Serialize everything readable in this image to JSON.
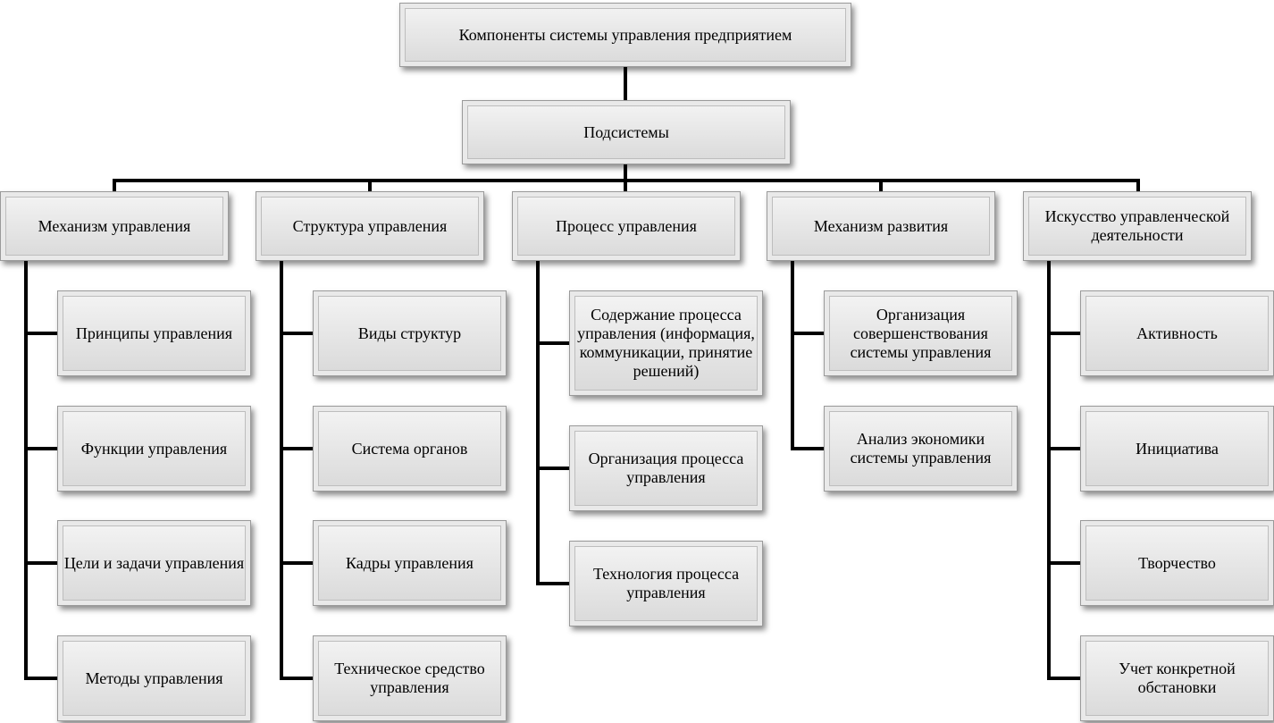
{
  "title": "Компоненты системы управления предприятием",
  "subsystems_label": "Подсистемы",
  "columns": [
    {
      "header": "Механизм управления",
      "items": [
        "Принципы управления",
        "Функции управления",
        "Цели и задачи управления",
        "Методы управления"
      ]
    },
    {
      "header": "Структура управления",
      "items": [
        "Виды структур",
        "Система органов",
        "Кадры управления",
        "Техническое средство управления"
      ]
    },
    {
      "header": "Процесс управления",
      "items": [
        "Содержание процесса управления (информация, коммуникации, принятие решений)",
        "Организация процесса управления",
        "Технология процесса управления"
      ]
    },
    {
      "header": "Механизм развития",
      "items": [
        "Организация совершенствования системы управления",
        "Анализ экономики системы управления"
      ]
    },
    {
      "header": "Искусство управленческой деятельности",
      "items": [
        "Активность",
        "Инициатива",
        "Творчество",
        "Учет конкретной обстановки"
      ]
    }
  ]
}
